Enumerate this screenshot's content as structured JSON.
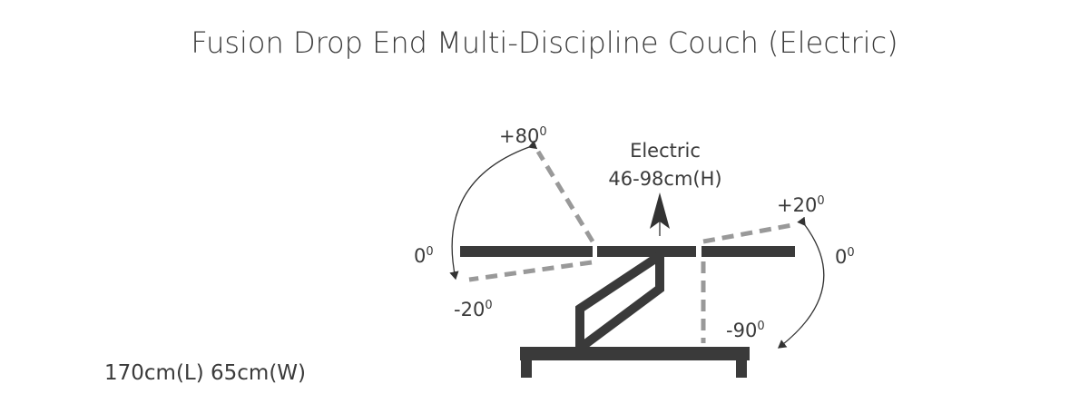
{
  "title": "Fusion Drop End Multi-Discipline Couch (Electric)",
  "dimensions": "170cm(L) 65cm(W)",
  "height_label": {
    "line1": "Electric",
    "line2": "46-98cm(H)"
  },
  "degree_mark": "0",
  "angles": {
    "back_up": "+80",
    "back_zero": "0",
    "back_down": "-20",
    "foot_up": "+20",
    "foot_zero": "0",
    "foot_down": "-90"
  },
  "colors": {
    "frame": "#3a3a3a",
    "dashed": "#999999",
    "text": "#3a3a3a"
  }
}
